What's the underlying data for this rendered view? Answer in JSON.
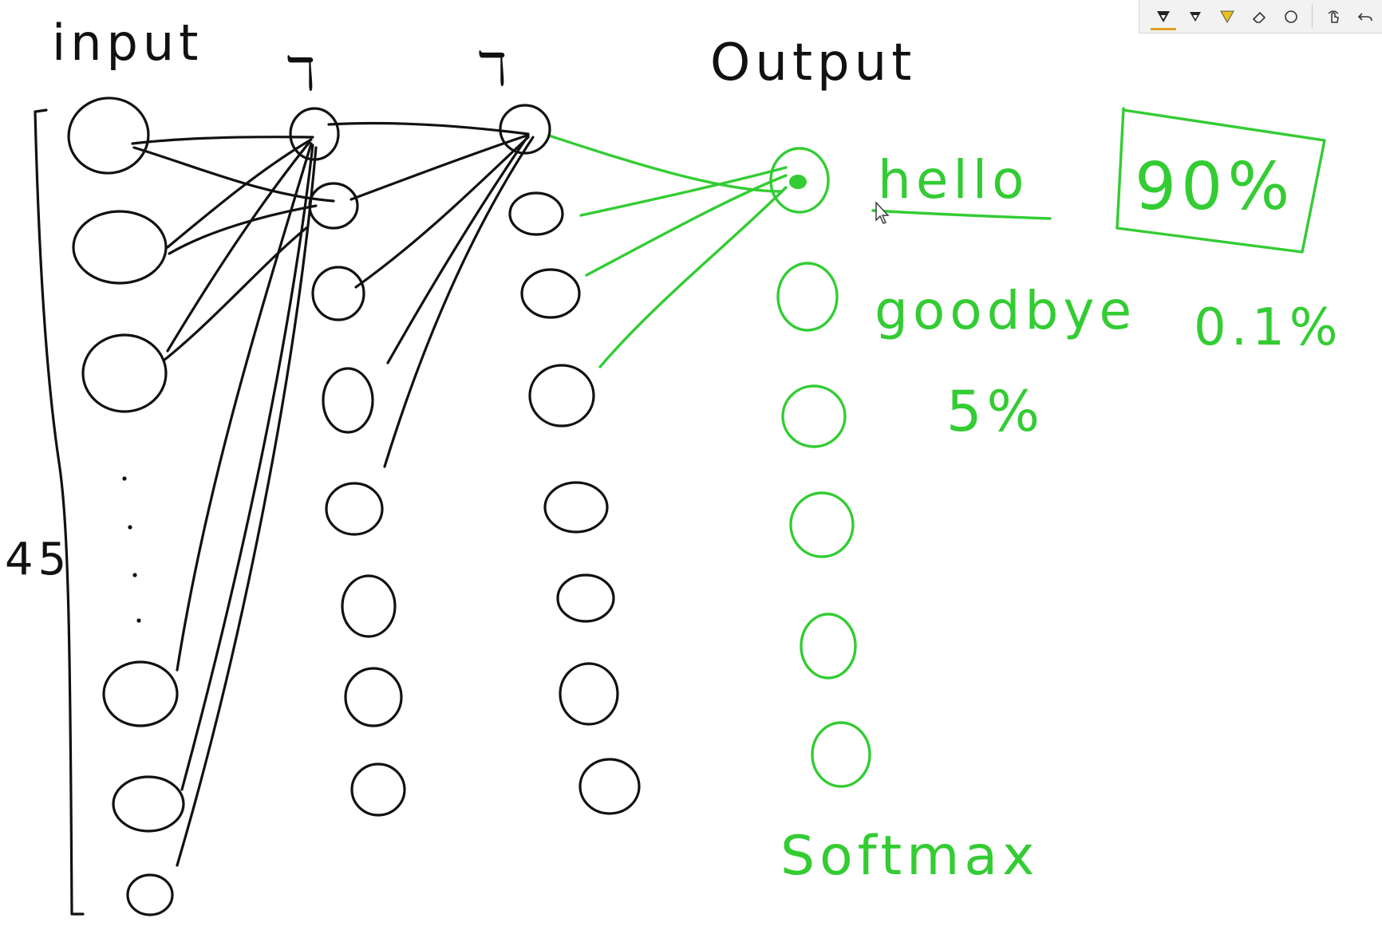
{
  "labels": {
    "input": "input",
    "hidden_layer_1": "ℸ",
    "hidden_layer_2": "ℸ",
    "output": "Output",
    "input_count": "45",
    "class_hello": "hello",
    "prob_hello": "90%",
    "class_goodbye": "goodbye",
    "prob_goodbye": "0.1%",
    "prob_other": "5%",
    "activation": "Softmax"
  },
  "colors": {
    "ink_black": "#111111",
    "ink_green": "#33cc33",
    "highlighter": "#e8c020"
  },
  "toolbar": {
    "tools": [
      {
        "icon": "ballpoint-pen-icon",
        "selected": true
      },
      {
        "icon": "pencil-icon",
        "selected": false
      },
      {
        "icon": "highlighter-icon",
        "selected": false
      },
      {
        "icon": "eraser-icon",
        "selected": false
      },
      {
        "icon": "shape-circle-icon",
        "selected": false
      },
      {
        "icon": "touch-writing-icon",
        "selected": false
      },
      {
        "icon": "undo-icon",
        "selected": false
      }
    ]
  }
}
